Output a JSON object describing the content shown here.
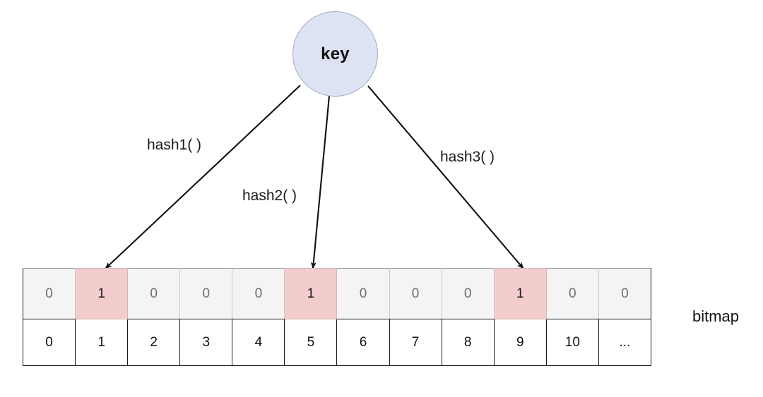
{
  "diagram": {
    "title": "bloom-filter-bitmap",
    "key_node": {
      "label": "key",
      "fill": "#dde3f2",
      "stroke": "#9fabc4"
    },
    "hash_functions": [
      {
        "label": "hash1( )",
        "target_index": 1
      },
      {
        "label": "hash2( )",
        "target_index": 5
      },
      {
        "label": "hash3( )",
        "target_index": 9
      }
    ],
    "bitmap": {
      "caption": "bitmap",
      "highlight_color": "#f3cdcd",
      "cell_color": "#f4f4f4",
      "bits": [
        "0",
        "1",
        "0",
        "0",
        "0",
        "1",
        "0",
        "0",
        "0",
        "1",
        "0",
        "0"
      ],
      "indices": [
        "0",
        "1",
        "2",
        "3",
        "4",
        "5",
        "6",
        "7",
        "8",
        "9",
        "10",
        "..."
      ],
      "highlighted": [
        1,
        5,
        9
      ]
    }
  }
}
